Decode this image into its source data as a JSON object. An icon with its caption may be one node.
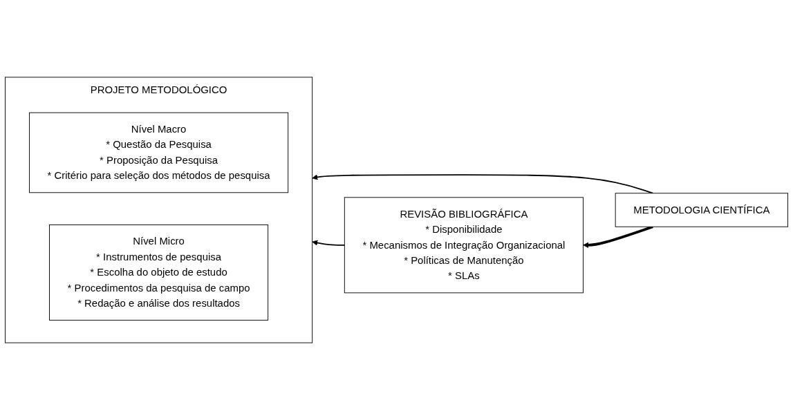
{
  "diagram": {
    "nodes": [
      {
        "text": [
          "PROJETO METODOLÓGICO"
        ]
      },
      {
        "text": [
          "Nível Macro",
          "* Questão da Pesquisa",
          "* Proposição da Pesquisa",
          "* Critério para seleção dos métodos de pesquisa"
        ],
        "in": 0
      },
      {
        "text": [
          "Nível Micro",
          "* Instrumentos de pesquisa",
          "* Escolha do objeto de estudo",
          "* Procedimentos da pesquisa de campo",
          "* Redação e análise dos resultados"
        ],
        "in": 0
      },
      {
        "text": [
          "METODOLOGIA CIENTÍFICA"
        ]
      },
      {
        "text": [
          "REVISÃO BIBLIOGRÁFICA",
          "* Disponibilidade",
          "* Mecanismos de Integração Organizacional",
          "* Políticas de Manutenção",
          "* SLAs"
        ]
      }
    ],
    "edges": [
      {
        "from": 3,
        "to": 0,
        "arrow": "to"
      },
      {
        "from": 3,
        "to": 4,
        "arrow": "to",
        "style": "thick"
      },
      {
        "from": 4,
        "to": 0,
        "arrow": "to"
      }
    ]
  }
}
